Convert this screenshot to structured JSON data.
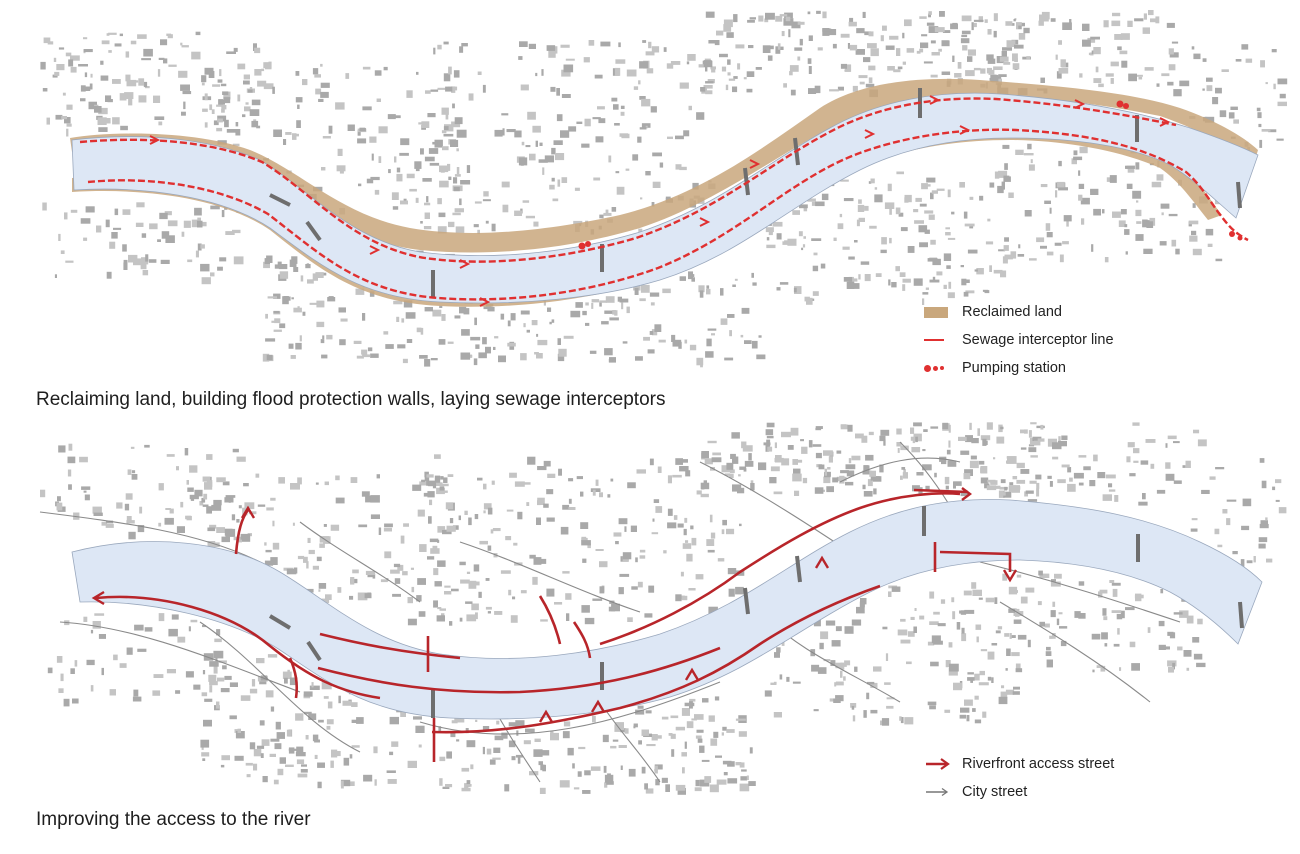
{
  "colors": {
    "river": "#dde7f5",
    "reclaimed_land": "#c9a77c",
    "sewage_line": "#e03030",
    "riverfront_access": "#b8252a",
    "city_street": "#8a8a8a",
    "buildings": "#b4b4b4"
  },
  "top_panel": {
    "caption": "Reclaiming land, building flood protection walls, laying sewage interceptors",
    "legend": [
      {
        "icon": "reclaimed-land-swatch",
        "label": "Reclaimed land"
      },
      {
        "icon": "sewage-line-swatch",
        "label": "Sewage interceptor line"
      },
      {
        "icon": "pumping-station-swatch",
        "label": "Pumping station"
      }
    ]
  },
  "bottom_panel": {
    "caption": "Improving the access to the river",
    "legend": [
      {
        "icon": "red-arrow-icon",
        "label": "Riverfront access street"
      },
      {
        "icon": "gray-arrow-icon",
        "label": "City street"
      }
    ]
  }
}
